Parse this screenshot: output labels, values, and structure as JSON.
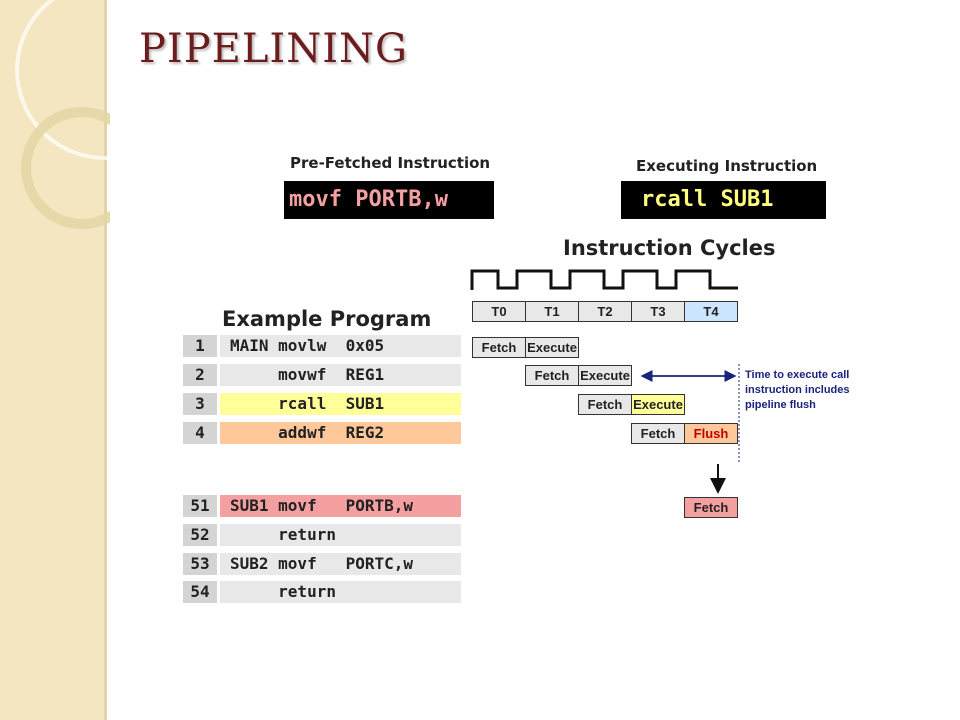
{
  "slide": {
    "title": "PIPELINING"
  },
  "prefetched": {
    "label": "Pre-Fetched Instruction",
    "code": "movf PORTB,w",
    "text_color": "#f4a0a0"
  },
  "executing": {
    "label": "Executing Instruction",
    "code": "rcall SUB1",
    "text_color": "#ffff80"
  },
  "cycles": {
    "title": "Instruction Cycles",
    "headers": [
      "T0",
      "T1",
      "T2",
      "T3",
      "T4"
    ],
    "rows": [
      [
        "Fetch",
        "Execute"
      ],
      [
        "Fetch",
        "Execute"
      ],
      [
        "Fetch",
        "Execute"
      ],
      [
        "Fetch",
        "Flush"
      ],
      [
        "Fetch"
      ]
    ],
    "note": "Time to execute call\ninstruction includes\npipeline flush"
  },
  "program": {
    "title": "Example Program",
    "lines": [
      {
        "num": "1",
        "code": "MAIN movlw  0x05"
      },
      {
        "num": "2",
        "code": "     movwf  REG1"
      },
      {
        "num": "3",
        "code": "     rcall  SUB1"
      },
      {
        "num": "4",
        "code": "     addwf  REG2"
      },
      {
        "num": "51",
        "code": "SUB1 movf   PORTB,w"
      },
      {
        "num": "52",
        "code": "     return"
      },
      {
        "num": "53",
        "code": "SUB2 movf   PORTC,w"
      },
      {
        "num": "54",
        "code": "     return"
      }
    ]
  },
  "colors": {
    "title": "#6b1d1d",
    "sidebar": "#f3e6c0",
    "highlight_yellow": "#ffff99",
    "highlight_orange": "#ffc89a",
    "highlight_red": "#f4a0a0",
    "row_gray": "#e8e8e8",
    "t4_blue": "#cce6ff",
    "note_text": "#1a237e"
  }
}
